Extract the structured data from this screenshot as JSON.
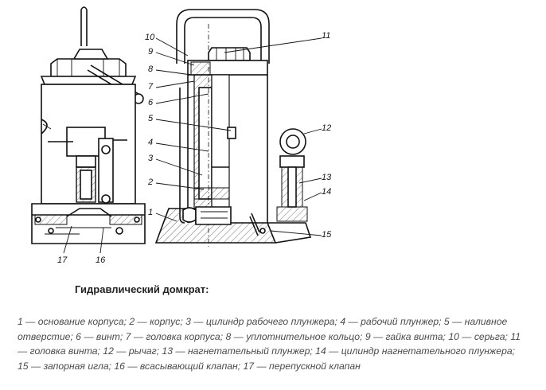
{
  "title": "Гидравлический домкрат:",
  "caption": "1 — основание корпуса; 2 — корпус; 3 — цилиндр рабочего плунжера; 4 — рабочий плунжер; 5 — наливное отверстие; 6 — винт; 7 — головка корпуса; 8 — уплотнительное кольцо; 9 — гайка винта; 10 — серьга; 11 — головка винта; 12 — рычаг; 13 — нагнетательный плунжер; 14 — цилиндр нагнетательного плунжера; 15 — запорная игла; 16 — всасывающий клапан; 17 — перепускной клапан",
  "labels": {
    "l1": "1",
    "l2": "2",
    "l3": "3",
    "l4": "4",
    "l5": "5",
    "l6": "6",
    "l7": "7",
    "l8": "8",
    "l9": "9",
    "l10": "10",
    "l11": "11",
    "l12": "12",
    "l13": "13",
    "l14": "14",
    "l15": "15",
    "l16": "16",
    "l17": "17"
  }
}
